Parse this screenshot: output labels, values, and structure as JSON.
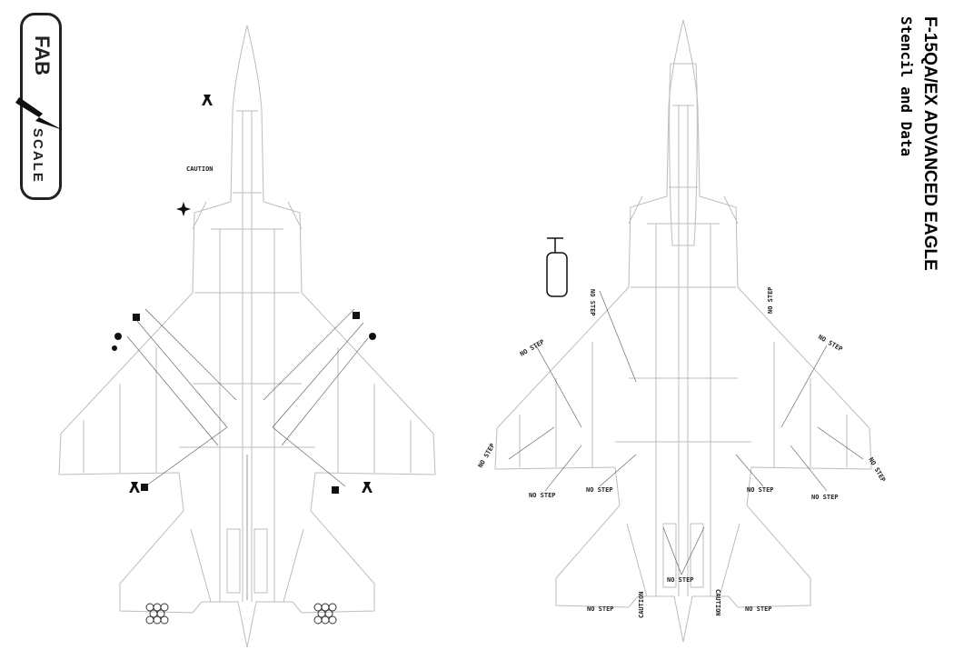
{
  "title": "F-15QA/EX ADVANCED EAGLE",
  "subtitle": "Stencil and Data",
  "logo": {
    "line1": "FAB",
    "line2": "SCALE"
  },
  "stencils": {
    "no_step": "NO STEP",
    "caution": "CAUTION"
  },
  "colors": {
    "line": "#bdbdbd",
    "ink": "#111111"
  }
}
